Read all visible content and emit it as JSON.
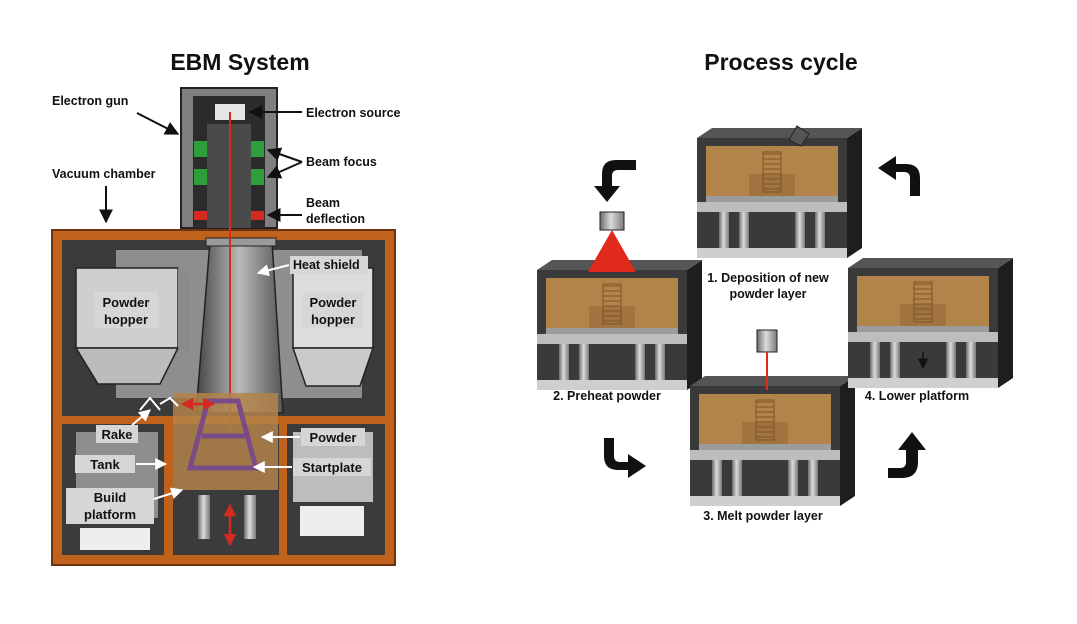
{
  "ebm": {
    "title": "EBM System",
    "labels": {
      "electron_gun": "Electron gun",
      "vacuum_chamber": "Vacuum chamber",
      "electron_source": "Electron source",
      "beam_focus": "Beam focus",
      "beam_deflection_1": "Beam",
      "beam_deflection_2": "deflection",
      "heat_shield": "Heat shield",
      "powder_hopper_left_1": "Powder",
      "powder_hopper_left_2": "hopper",
      "powder_hopper_right_1": "Powder",
      "powder_hopper_right_2": "hopper",
      "rake": "Rake",
      "tank": "Tank",
      "build_platform_1": "Build",
      "build_platform_2": "platform",
      "powder": "Powder",
      "startplate": "Startplate"
    },
    "colors": {
      "chamber_frame": "#c0621b",
      "coil_green": "#2e9e3a",
      "coil_red": "#d42a1f",
      "beam_red": "#d42a1f",
      "powder": "#b3844a",
      "startplate": "#7a4b86"
    }
  },
  "cycle": {
    "title": "Process cycle",
    "steps": [
      {
        "line1": "1. Deposition of new",
        "line2": "powder layer"
      },
      {
        "line1": "2. Preheat powder",
        "line2": ""
      },
      {
        "line1": "3. Melt powder layer",
        "line2": ""
      },
      {
        "line1": "4. Lower platform",
        "line2": ""
      }
    ],
    "arrow_icons": [
      "curved-arrow-down-left-icon",
      "curved-arrow-up-left-icon",
      "curved-arrow-down-right-icon",
      "curved-arrow-up-right-icon"
    ]
  }
}
